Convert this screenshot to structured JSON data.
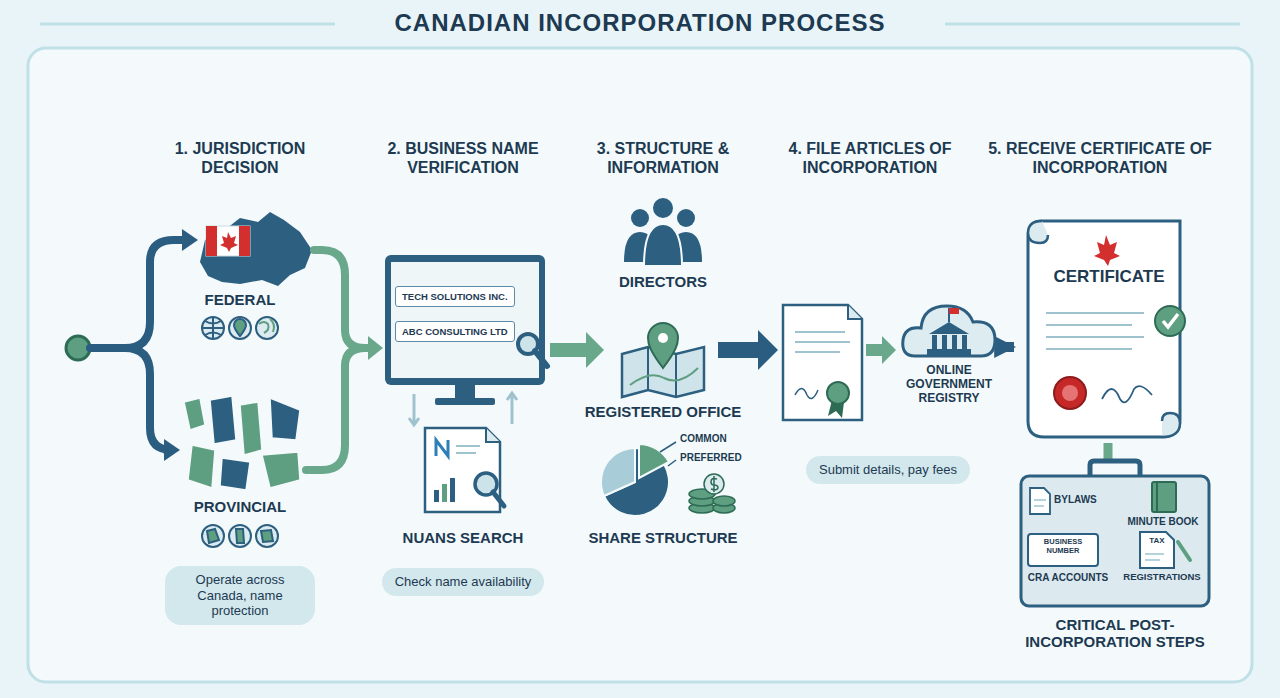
{
  "diagram": {
    "title": "CANADIAN INCORPORATION PROCESS",
    "nodes": [
      {
        "text": [
          "Operate across Canada, name protection"
        ]
      },
      {
        "text": [
          "TECH SOLUTIONS INC."
        ]
      },
      {
        "text": [
          "ABC CONSULTING LTD"
        ]
      },
      {
        "text": [
          "Check name availability"
        ]
      },
      {
        "text": [
          "Submit details, pay fees"
        ]
      },
      {
        "text": [
          "ONLINE GOVERNMENT REGISTRY"
        ]
      },
      {
        "text": [
          "CERTIFICATE"
        ]
      },
      {
        "text": [
          "BYLAWS",
          "MINUTE BOOK",
          "BUSINESS NUMBER",
          "CRA ACCOUNTS",
          "TAX",
          "REGISTRATIONS",
          "CRITICAL POST-INCORPORATION STEPS"
        ]
      }
    ],
    "edges": [
      {
        "from": 5,
        "to": 6,
        "arrow": "to"
      },
      {
        "from": 6,
        "to": 7,
        "arrow": "none"
      }
    ],
    "labels": [
      "1. JURISDICTION DECISION",
      "2. BUSINESS NAME VERIFICATION",
      "3. STRUCTURE & INFORMATION",
      "4. FILE ARTICLES OF INCORPORATION",
      "5. RECEIVE CERTIFICATE OF INCORPORATION",
      "FEDERAL",
      "PROVINCIAL",
      "NUANS SEARCH",
      "DIRECTORS",
      "REGISTERED OFFICE",
      "COMMON",
      "PREFERRED",
      "SHARE STRUCTURE"
    ]
  }
}
